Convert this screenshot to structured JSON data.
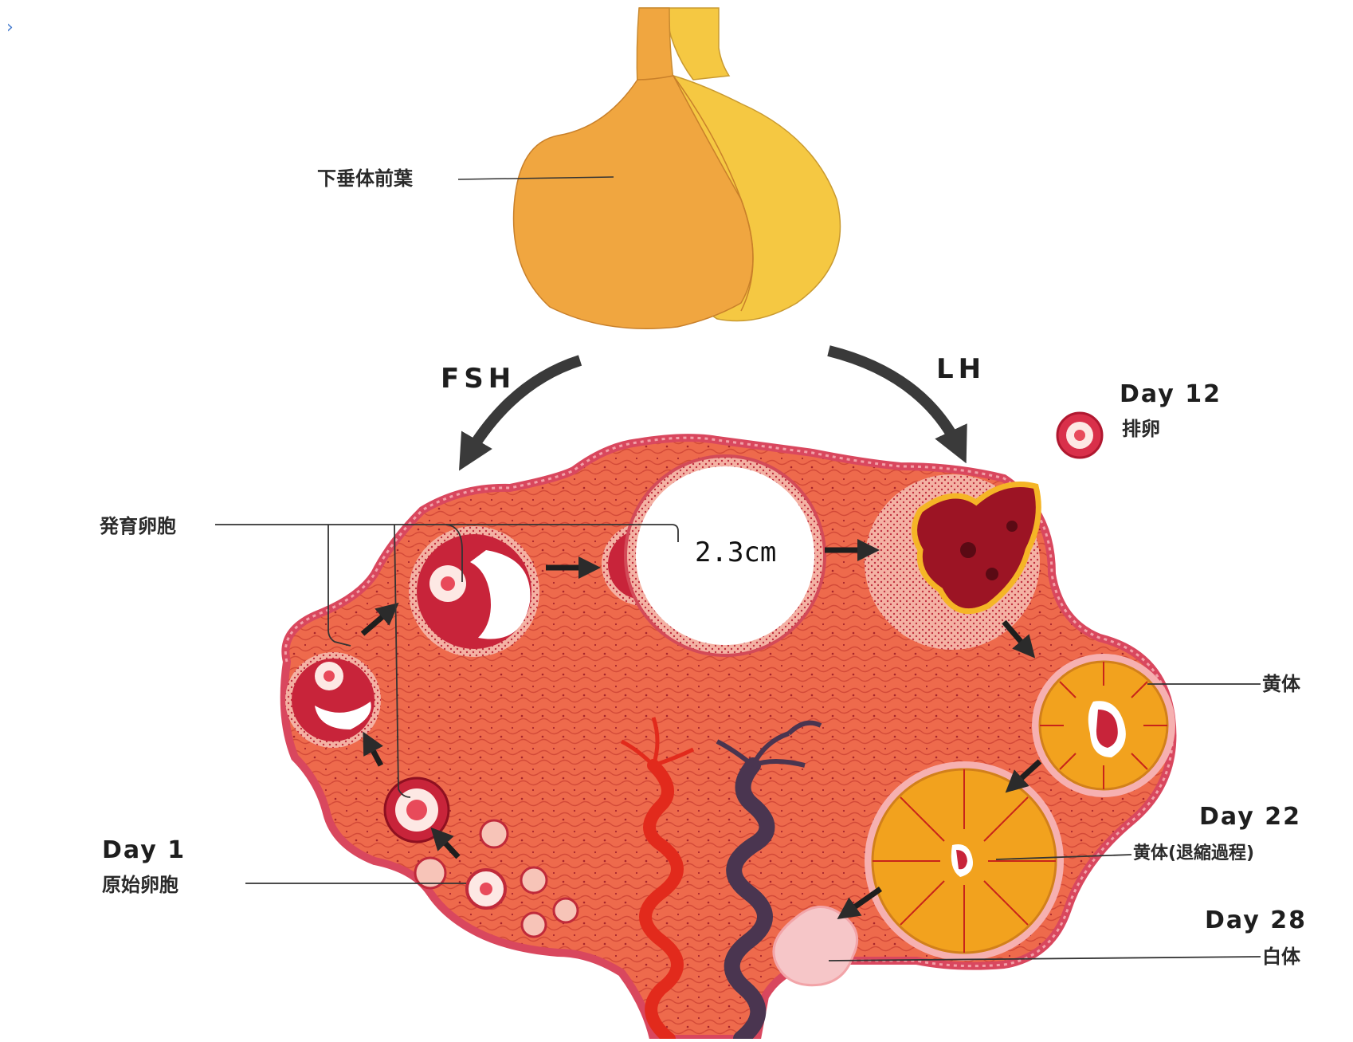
{
  "labels": {
    "pituitary": "下垂体前葉",
    "fsh": "FSH",
    "lh": "LH",
    "developing_follicle": "発育卵胞",
    "primordial_follicle": "原始卵胞",
    "follicle_size": "2.3cm",
    "ovulation": "排卵",
    "corpus_luteum": "黄体",
    "corpus_luteum_regressing": "黄体(退縮過程)",
    "corpus_albicans": "白体"
  },
  "days": {
    "day1": "Day 1",
    "day12": "Day 12",
    "day22": "Day 22",
    "day28": "Day 28"
  },
  "colors": {
    "pituitary_front": "#f0a640",
    "pituitary_back": "#f5c842",
    "ovary_stroma": "#ee6a4c",
    "ovary_edge": "#d9475e",
    "follicle_wall": "#c8243a",
    "corpus_luteum": "#f2a21e",
    "corpus_albicans": "#f6c6c8",
    "vessel_artery": "#e22a1c",
    "vessel_vein": "#4a3550",
    "arrow": "#2b2b2b"
  }
}
